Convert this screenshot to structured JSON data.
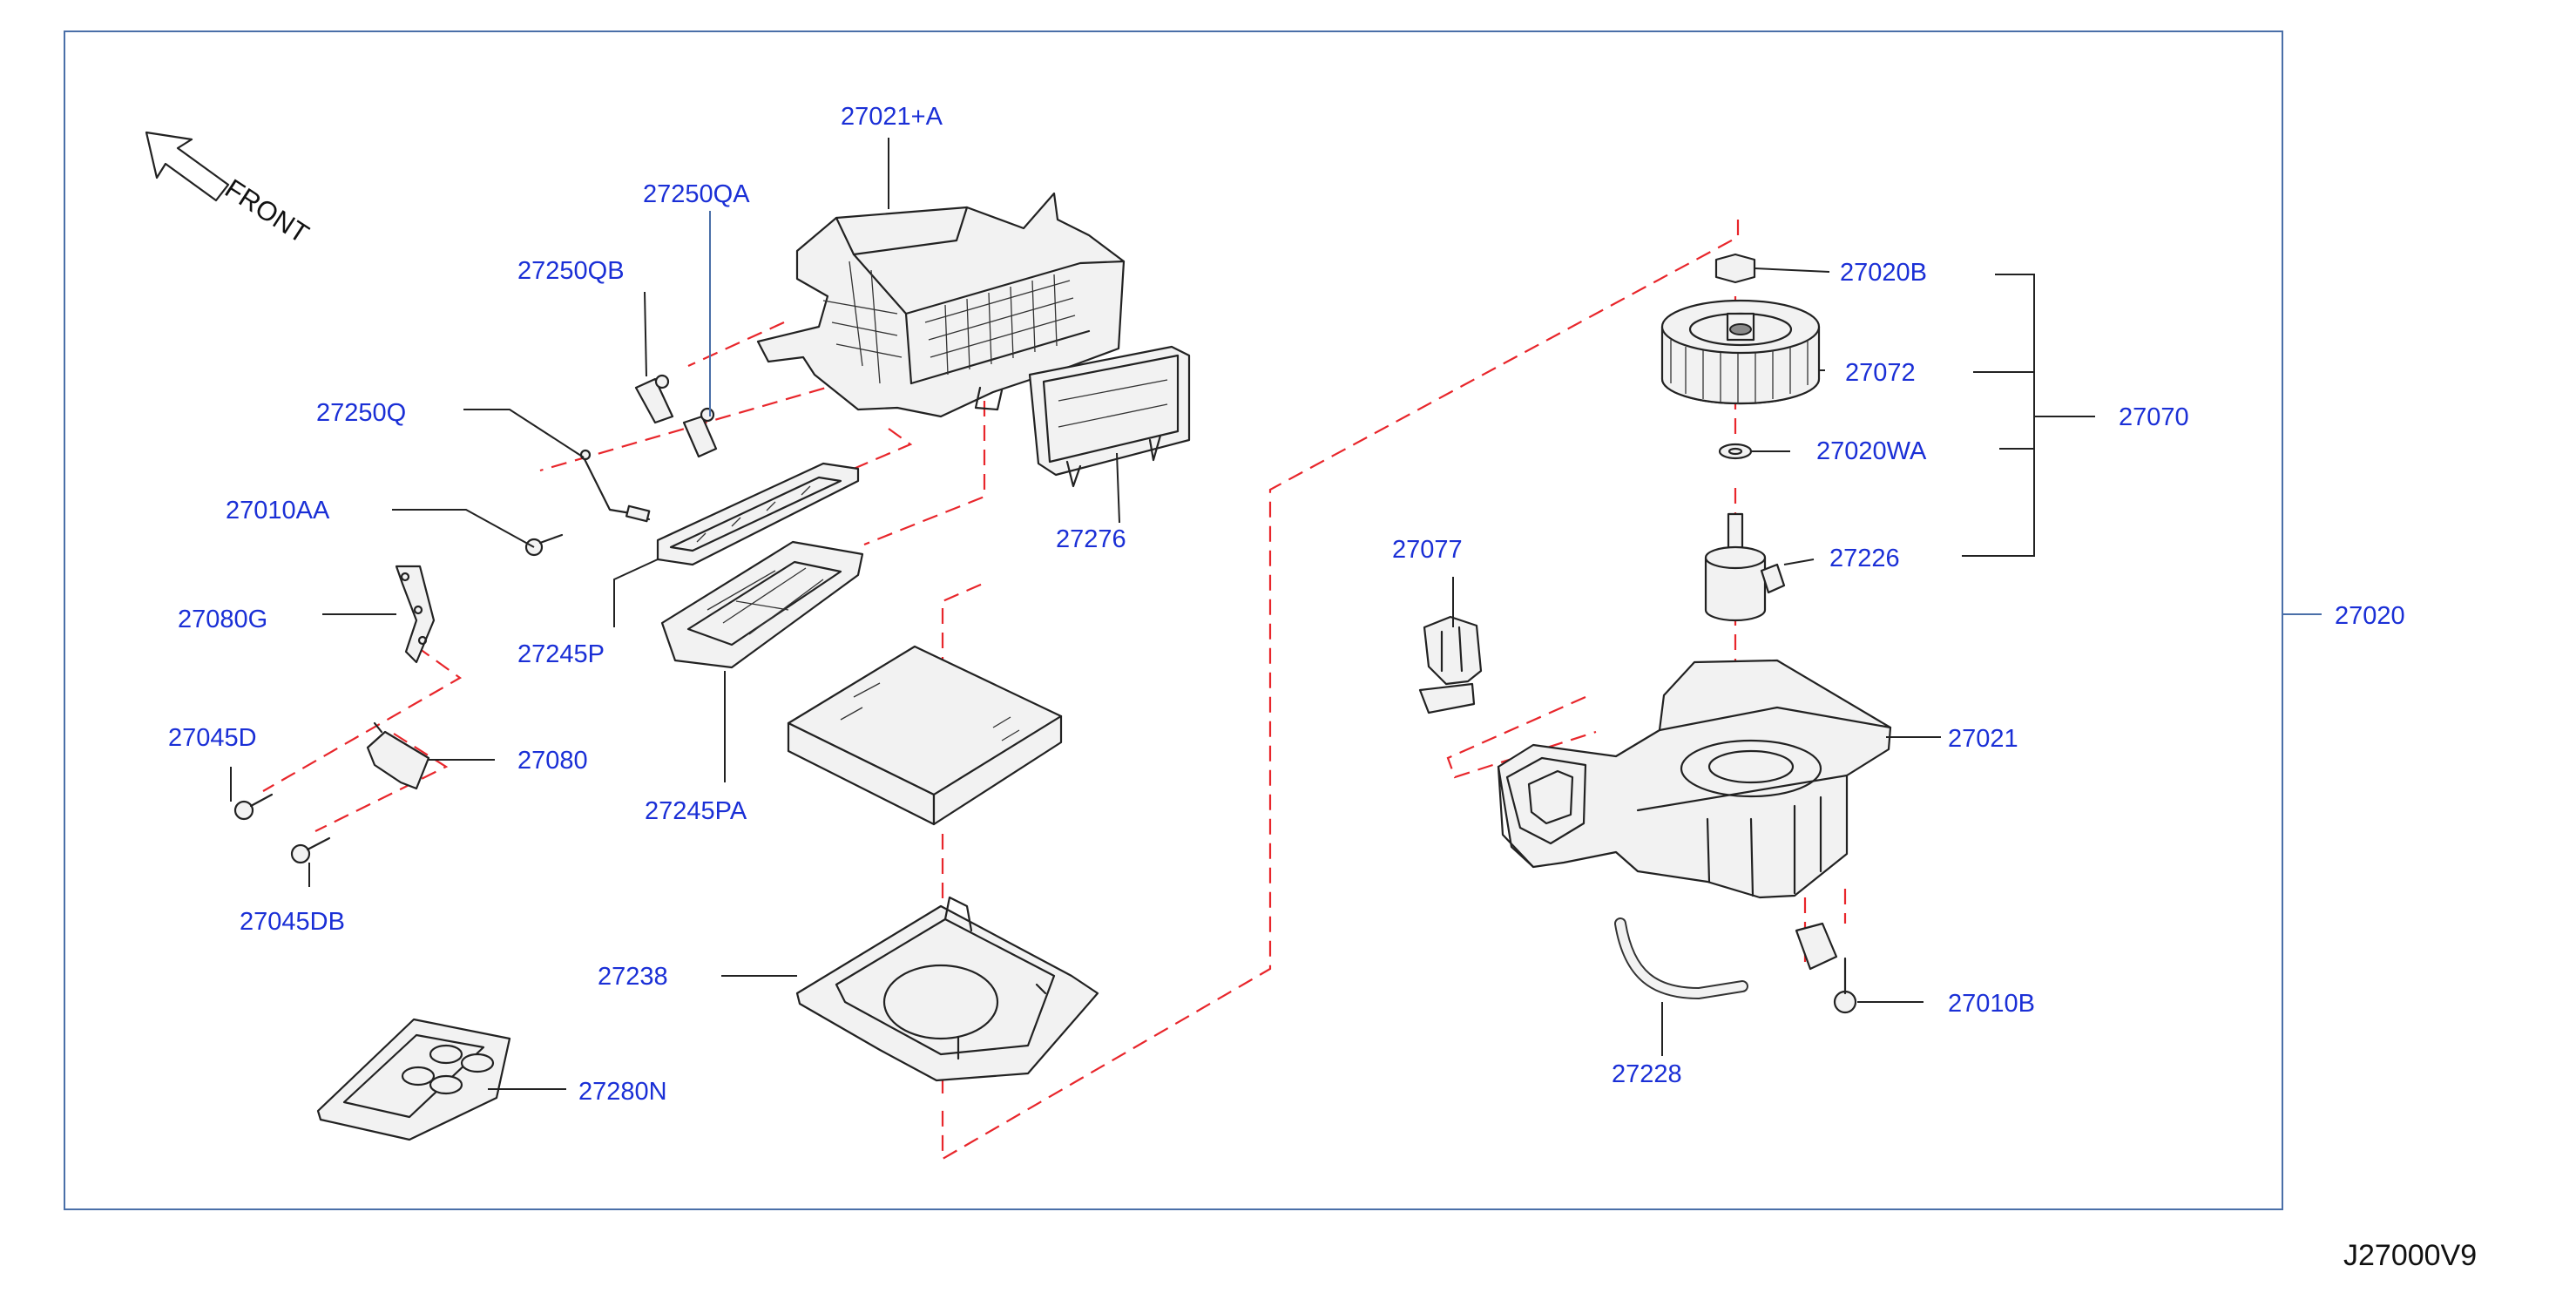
{
  "front_label": "FRONT",
  "diagram_code": "J27000V9",
  "parts": {
    "p27021A": "27021+A",
    "p27250QA": "27250QA",
    "p27250QB": "27250QB",
    "p27250Q": "27250Q",
    "p27010AA": "27010AA",
    "p27080G": "27080G",
    "p27045D": "27045D",
    "p27080": "27080",
    "p27045DB": "27045DB",
    "p27245P": "27245P",
    "p27245PA": "27245PA",
    "p27276": "27276",
    "p27238": "27238",
    "p27280N": "27280N",
    "p27020B": "27020B",
    "p27072": "27072",
    "p27070": "27070",
    "p27020WA": "27020WA",
    "p27226": "27226",
    "p27077": "27077",
    "p27020": "27020",
    "p27021": "27021",
    "p27010B": "27010B",
    "p27228": "27228"
  }
}
